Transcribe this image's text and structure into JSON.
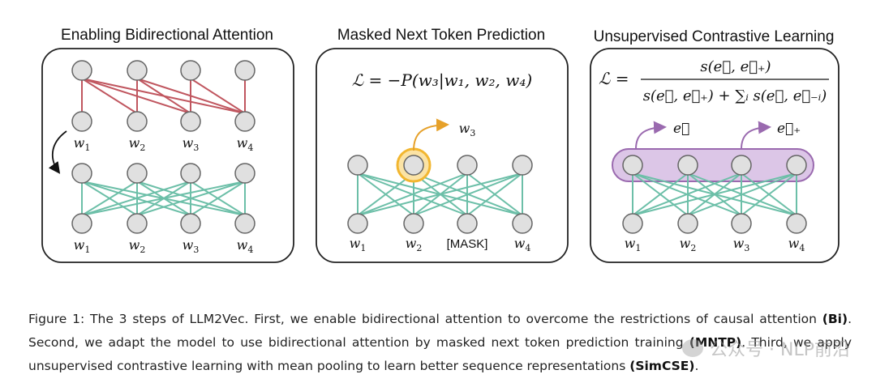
{
  "panels": [
    {
      "title": "Enabling Bidirectional Attention",
      "mid_labels": [
        "w1",
        "w2",
        "w3",
        "w4"
      ],
      "bottom_labels": [
        "w1",
        "w2",
        "w3",
        "w4"
      ]
    },
    {
      "title": "Masked Next Token Prediction",
      "formula": "ℒ = −P(w₃|w₁, w₂, w₄)",
      "output_label": "w3",
      "bottom_labels": [
        "w1",
        "w2",
        "[MASK]",
        "w4"
      ]
    },
    {
      "title": "Unsupervised Contrastive Learning",
      "formula_lhs": "ℒ =",
      "formula_num": "s(e⃗, e⃗₊)",
      "formula_den": "s(e⃗, e⃗₊) + ∑ᵢ s(e⃗, e⃗₋ᵢ)",
      "arrow_labels": [
        "e⃗",
        "e⃗₊"
      ],
      "bottom_labels": [
        "w1",
        "w2",
        "w3",
        "w4"
      ]
    }
  ],
  "caption": {
    "part1": "Figure 1:  The 3 steps of LLM2Vec. First, we enable bidirectional attention to overcome the restrictions of causal attention ",
    "bold1": "(Bi)",
    "part2": ". Second, we adapt the model to use bidirectional attention by masked next token prediction training ",
    "bold2": "(MNTP)",
    "part3": ". Third, we apply unsupervised contrastive learning with mean pooling to learn better sequence representations ",
    "bold3": "(SimCSE)",
    "part4": "."
  },
  "watermark": "公众号 · NLP前沿",
  "colors": {
    "causal_edge": "#c0565f",
    "bidir_edge": "#6cbfa8",
    "node_fill": "#e0e0e0",
    "mask_highlight": "#f2b630",
    "pool_fill": "#d9c2e4",
    "pool_stroke": "#9a6aaf"
  }
}
